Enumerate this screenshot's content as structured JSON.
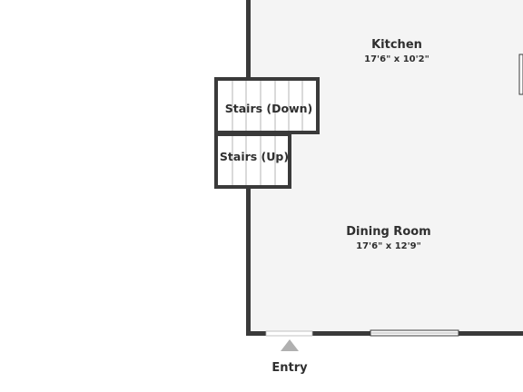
{
  "floor_plan": {
    "rooms": [
      {
        "name": "Kitchen",
        "dimensions": "17'6\" x 10'2\""
      },
      {
        "name": "Dining Room",
        "dimensions": "17'6\" x 12'9\""
      }
    ],
    "stairs": [
      {
        "label": "Stairs (Down)"
      },
      {
        "label": "Stairs (Up)"
      }
    ],
    "entry": {
      "label": "Entry"
    },
    "colors": {
      "wall": "#3a3a3a",
      "floor": "#f4f4f4",
      "stair_fill": "#ffffff",
      "stair_line": "#b5b5b5",
      "entry_marker": "#b0b0b0"
    }
  }
}
